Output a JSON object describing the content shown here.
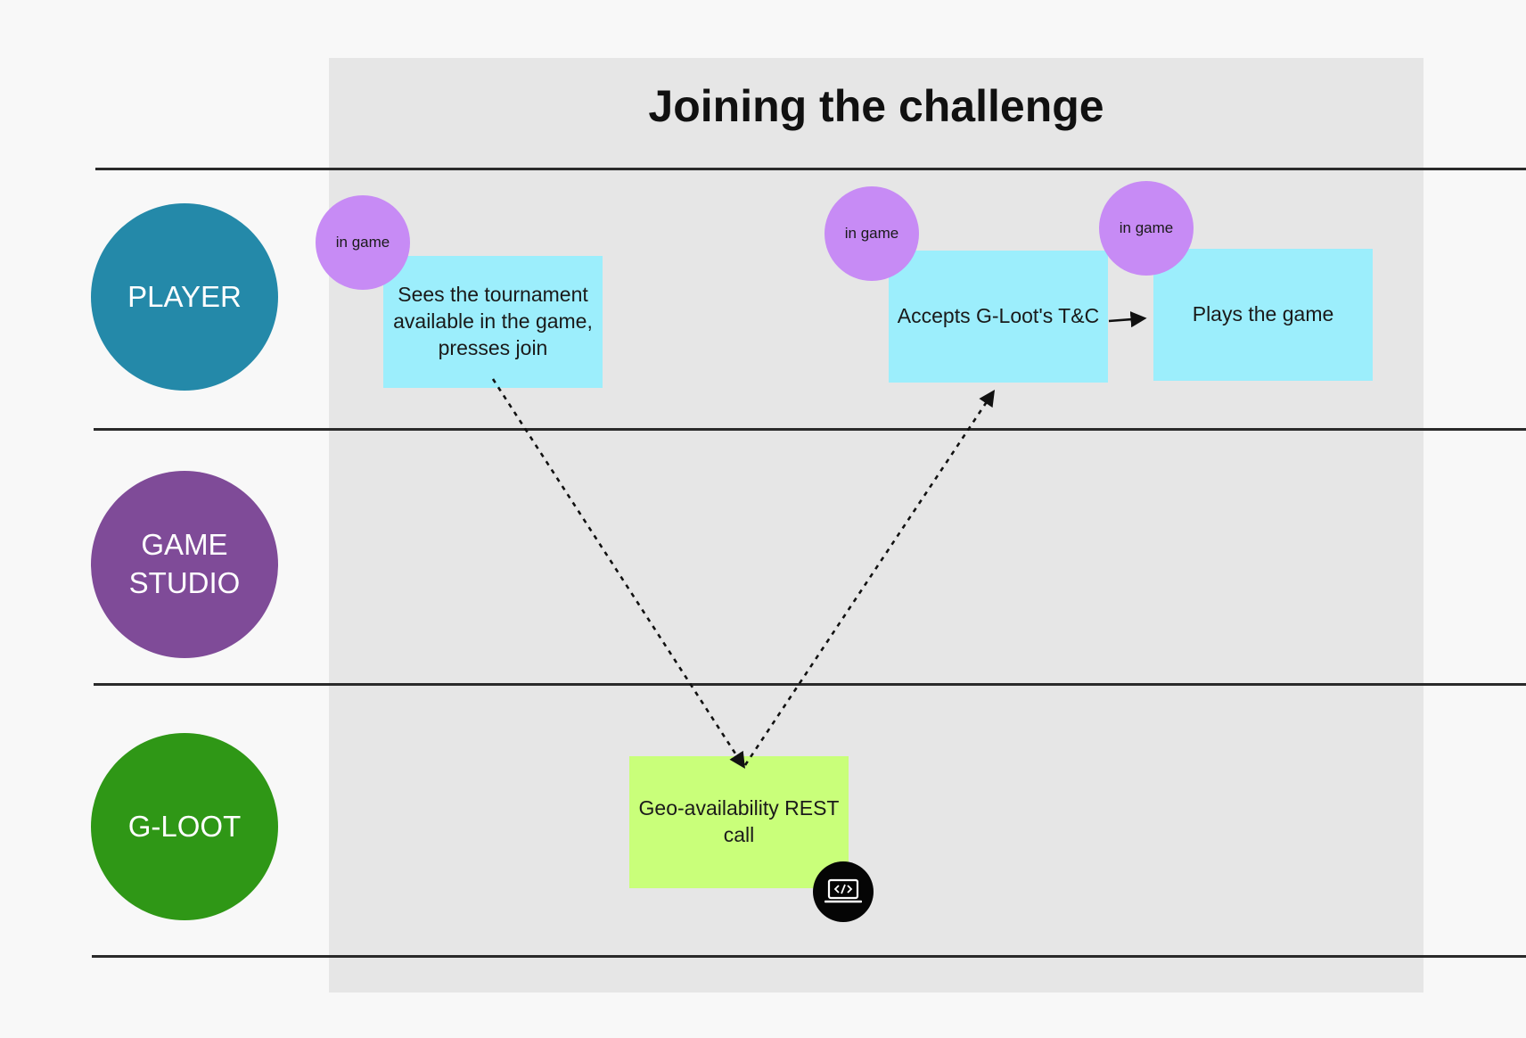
{
  "title": "Joining the challenge",
  "lanes": [
    {
      "label": "PLAYER",
      "color": "#2489a9"
    },
    {
      "label": "GAME\nSTUDIO",
      "color": "#7f4b98"
    },
    {
      "label": "G-LOOT",
      "color": "#2f9716"
    }
  ],
  "stickies": {
    "sees_tournament": "Sees the tournament available in the game, presses join",
    "accepts_tc": "Accepts G-Loot's T&C",
    "plays_game": "Plays the game",
    "geo_rest": "Geo-availability REST call"
  },
  "tags": {
    "tag1": "in game",
    "tag2": "in game",
    "tag3": "in game"
  },
  "icons": {
    "code_badge": "laptop-code-icon"
  },
  "colors": {
    "board": "#e6e6e6",
    "sticky_blue": "#9ceefc",
    "sticky_green": "#c9ff7a",
    "tag": "#c78bf5"
  }
}
